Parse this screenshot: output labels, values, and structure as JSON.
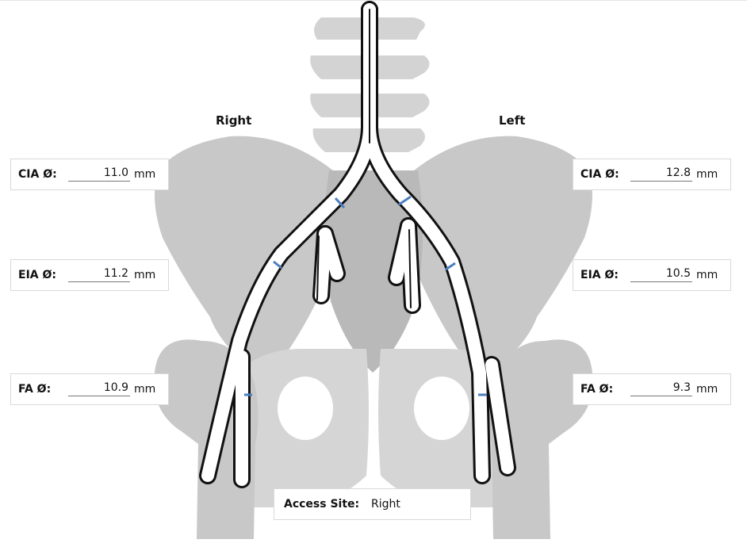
{
  "labels": {
    "right": "Right",
    "left": "Left"
  },
  "right": {
    "cia": {
      "label": "CIA Ø:",
      "value": "11.0",
      "unit": "mm"
    },
    "eia": {
      "label": "EIA Ø:",
      "value": "11.2",
      "unit": "mm"
    },
    "fa": {
      "label": "FA Ø:",
      "value": "10.9",
      "unit": "mm"
    }
  },
  "left": {
    "cia": {
      "label": "CIA Ø:",
      "value": "12.8",
      "unit": "mm"
    },
    "eia": {
      "label": "EIA Ø:",
      "value": "10.5",
      "unit": "mm"
    },
    "fa": {
      "label": "FA Ø:",
      "value": "9.3",
      "unit": "mm"
    }
  },
  "access_site": {
    "label": "Access Site:",
    "value": "Right"
  },
  "colors": {
    "bone": "#c9c9c9",
    "bone_light": "#d6d6d6",
    "vessel_outline": "#111111",
    "marker": "#4a7fc1"
  }
}
